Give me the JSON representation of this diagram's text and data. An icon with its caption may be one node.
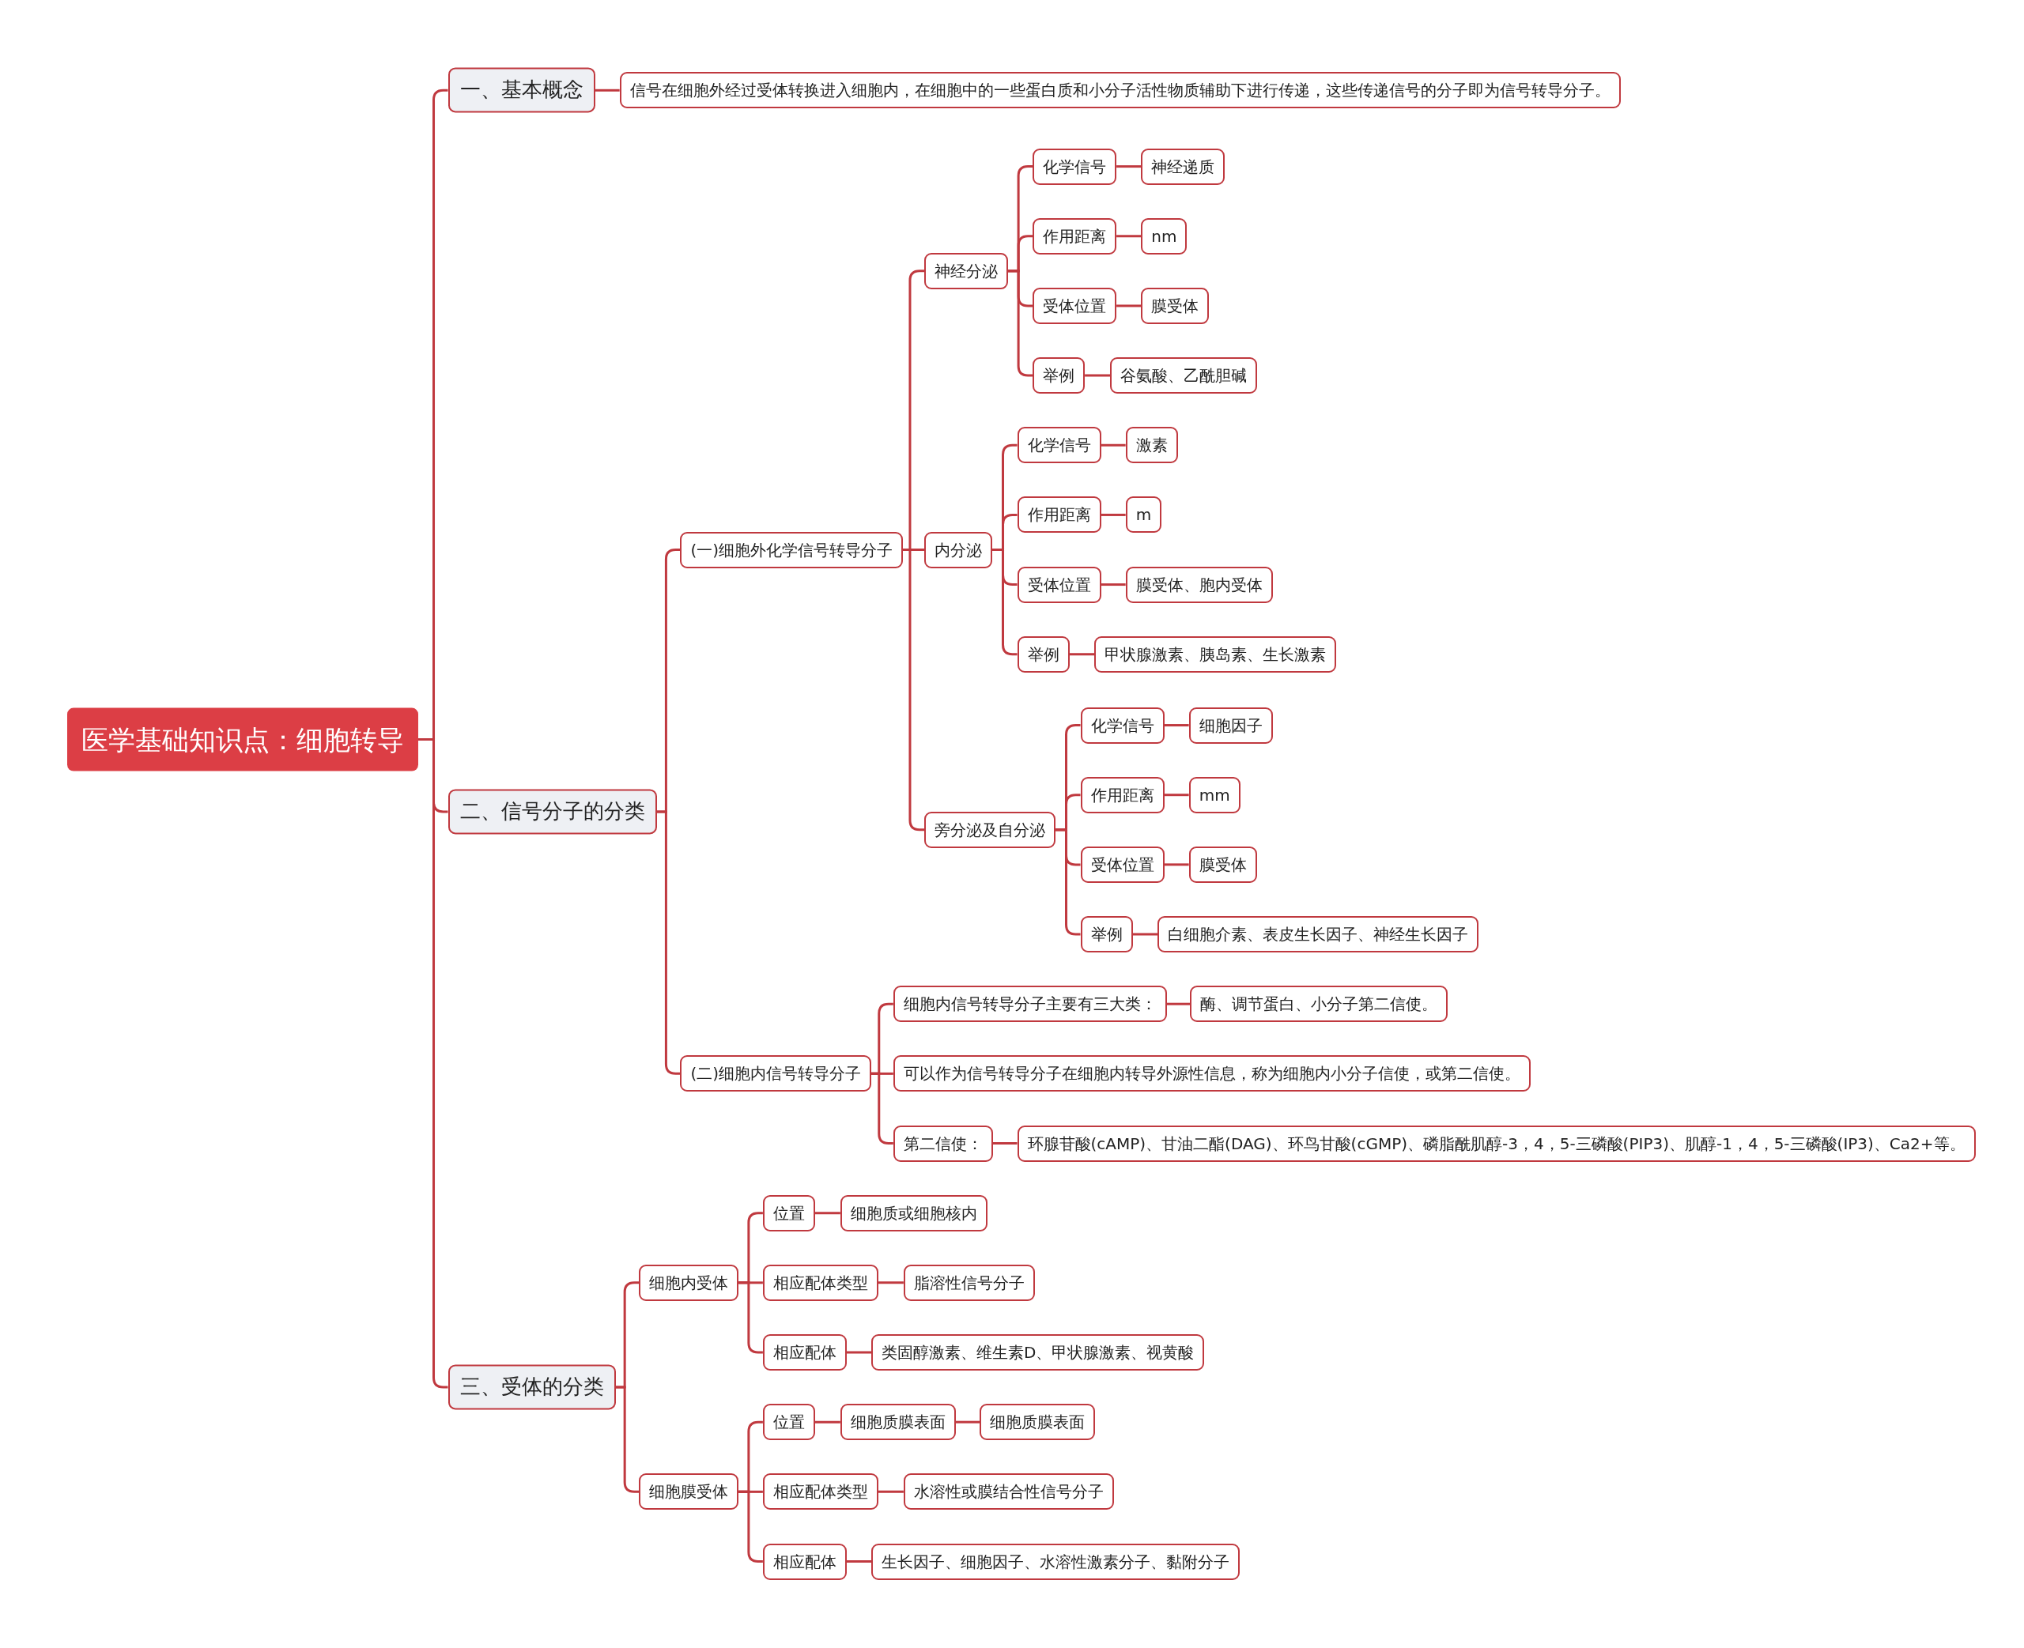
{
  "diagram": {
    "nodes": [
      {
        "text": [
          "医学基础知识点：细胞转导"
        ]
      },
      {
        "text": [
          "一、基本概念"
        ]
      },
      {
        "text": [
          "信号在细胞外经过受体转换进入细胞内，在细胞中的一些蛋白质和小分子活性物质辅助下进行传递，这些传递信号的分子即为信号转导分子。"
        ]
      },
      {
        "text": [
          "二、信号分子的分类"
        ]
      },
      {
        "text": [
          "(一)细胞外化学信号转导分子"
        ]
      },
      {
        "text": [
          "神经分泌"
        ]
      },
      {
        "text": [
          "化学信号"
        ]
      },
      {
        "text": [
          "神经递质"
        ]
      },
      {
        "text": [
          "作用距离"
        ]
      },
      {
        "text": [
          "nm"
        ]
      },
      {
        "text": [
          "受体位置"
        ]
      },
      {
        "text": [
          "膜受体"
        ]
      },
      {
        "text": [
          "举例"
        ]
      },
      {
        "text": [
          "谷氨酸、乙酰胆碱"
        ]
      },
      {
        "text": [
          "内分泌"
        ]
      },
      {
        "text": [
          "化学信号"
        ]
      },
      {
        "text": [
          "激素"
        ]
      },
      {
        "text": [
          "作用距离"
        ]
      },
      {
        "text": [
          "m"
        ]
      },
      {
        "text": [
          "受体位置"
        ]
      },
      {
        "text": [
          "膜受体、胞内受体"
        ]
      },
      {
        "text": [
          "举例"
        ]
      },
      {
        "text": [
          "甲状腺激素、胰岛素、生长激素"
        ]
      },
      {
        "text": [
          "旁分泌及自分泌"
        ]
      },
      {
        "text": [
          "化学信号"
        ]
      },
      {
        "text": [
          "细胞因子"
        ]
      },
      {
        "text": [
          "作用距离"
        ]
      },
      {
        "text": [
          "mm"
        ]
      },
      {
        "text": [
          "受体位置"
        ]
      },
      {
        "text": [
          "膜受体"
        ]
      },
      {
        "text": [
          "举例"
        ]
      },
      {
        "text": [
          "白细胞介素、表皮生长因子、神经生长因子"
        ]
      },
      {
        "text": [
          "(二)细胞内信号转导分子"
        ]
      },
      {
        "text": [
          "细胞内信号转导分子主要有三大类："
        ]
      },
      {
        "text": [
          "酶、调节蛋白、小分子第二信使。"
        ]
      },
      {
        "text": [
          "可以作为信号转导分子在细胞内转导外源性信息，称为细胞内小分子信使，或第二信使。"
        ]
      },
      {
        "text": [
          "第二信使："
        ]
      },
      {
        "text": [
          "环腺苷酸(cAMP)、甘油二酯(DAG)、环鸟甘酸(cGMP)、磷脂酰肌醇-3，4，5-三磷酸(PIP3)、肌醇-1，4，5-三磷酸(IP3)、Ca2+等。"
        ]
      },
      {
        "text": [
          "三、受体的分类"
        ]
      },
      {
        "text": [
          "细胞内受体"
        ]
      },
      {
        "text": [
          "位置"
        ]
      },
      {
        "text": [
          "细胞质或细胞核内"
        ]
      },
      {
        "text": [
          "相应配体类型"
        ]
      },
      {
        "text": [
          "脂溶性信号分子"
        ]
      },
      {
        "text": [
          "相应配体"
        ]
      },
      {
        "text": [
          "类固醇激素、维生素D、甲状腺激素、视黄酸"
        ]
      },
      {
        "text": [
          "细胞膜受体"
        ]
      },
      {
        "text": [
          "位置"
        ]
      },
      {
        "text": [
          "细胞质膜表面"
        ]
      },
      {
        "text": [
          "细胞质膜表面"
        ]
      },
      {
        "text": [
          "相应配体类型"
        ]
      },
      {
        "text": [
          "水溶性或膜结合性信号分子"
        ]
      },
      {
        "text": [
          "相应配体"
        ]
      },
      {
        "text": [
          "生长因子、细胞因子、水溶性激素分子、黏附分子"
        ]
      }
    ],
    "edges": [
      {
        "from": 0,
        "to": 1,
        "arrow": "none"
      },
      {
        "from": 1,
        "to": 2,
        "arrow": "none"
      },
      {
        "from": 0,
        "to": 3,
        "arrow": "none"
      },
      {
        "from": 3,
        "to": 4,
        "arrow": "none"
      },
      {
        "from": 4,
        "to": 5,
        "arrow": "none"
      },
      {
        "from": 5,
        "to": 6,
        "arrow": "none"
      },
      {
        "from": 6,
        "to": 7,
        "arrow": "none"
      },
      {
        "from": 5,
        "to": 8,
        "arrow": "none"
      },
      {
        "from": 8,
        "to": 9,
        "arrow": "none"
      },
      {
        "from": 5,
        "to": 10,
        "arrow": "none"
      },
      {
        "from": 10,
        "to": 11,
        "arrow": "none"
      },
      {
        "from": 5,
        "to": 12,
        "arrow": "none"
      },
      {
        "from": 12,
        "to": 13,
        "arrow": "none"
      },
      {
        "from": 4,
        "to": 14,
        "arrow": "none"
      },
      {
        "from": 14,
        "to": 15,
        "arrow": "none"
      },
      {
        "from": 15,
        "to": 16,
        "arrow": "none"
      },
      {
        "from": 14,
        "to": 17,
        "arrow": "none"
      },
      {
        "from": 17,
        "to": 18,
        "arrow": "none"
      },
      {
        "from": 14,
        "to": 19,
        "arrow": "none"
      },
      {
        "from": 19,
        "to": 20,
        "arrow": "none"
      },
      {
        "from": 14,
        "to": 21,
        "arrow": "none"
      },
      {
        "from": 21,
        "to": 22,
        "arrow": "none"
      },
      {
        "from": 4,
        "to": 23,
        "arrow": "none"
      },
      {
        "from": 23,
        "to": 24,
        "arrow": "none"
      },
      {
        "from": 24,
        "to": 25,
        "arrow": "none"
      },
      {
        "from": 23,
        "to": 26,
        "arrow": "none"
      },
      {
        "from": 26,
        "to": 27,
        "arrow": "none"
      },
      {
        "from": 23,
        "to": 28,
        "arrow": "none"
      },
      {
        "from": 28,
        "to": 29,
        "arrow": "none"
      },
      {
        "from": 23,
        "to": 30,
        "arrow": "none"
      },
      {
        "from": 30,
        "to": 31,
        "arrow": "none"
      },
      {
        "from": 3,
        "to": 32,
        "arrow": "none"
      },
      {
        "from": 32,
        "to": 33,
        "arrow": "none"
      },
      {
        "from": 33,
        "to": 34,
        "arrow": "none"
      },
      {
        "from": 32,
        "to": 35,
        "arrow": "none"
      },
      {
        "from": 32,
        "to": 36,
        "arrow": "none"
      },
      {
        "from": 36,
        "to": 37,
        "arrow": "none"
      },
      {
        "from": 0,
        "to": 38,
        "arrow": "none"
      },
      {
        "from": 38,
        "to": 39,
        "arrow": "none"
      },
      {
        "from": 39,
        "to": 40,
        "arrow": "none"
      },
      {
        "from": 40,
        "to": 41,
        "arrow": "none"
      },
      {
        "from": 39,
        "to": 42,
        "arrow": "none"
      },
      {
        "from": 42,
        "to": 43,
        "arrow": "none"
      },
      {
        "from": 39,
        "to": 44,
        "arrow": "none"
      },
      {
        "from": 44,
        "to": 45,
        "arrow": "none"
      },
      {
        "from": 38,
        "to": 46,
        "arrow": "none"
      },
      {
        "from": 46,
        "to": 47,
        "arrow": "none"
      },
      {
        "from": 47,
        "to": 48,
        "arrow": "none"
      },
      {
        "from": 48,
        "to": 49,
        "arrow": "none"
      },
      {
        "from": 46,
        "to": 50,
        "arrow": "none"
      },
      {
        "from": 50,
        "to": 51,
        "arrow": "none"
      },
      {
        "from": 46,
        "to": 52,
        "arrow": "none"
      },
      {
        "from": 52,
        "to": 53,
        "arrow": "none"
      }
    ]
  }
}
